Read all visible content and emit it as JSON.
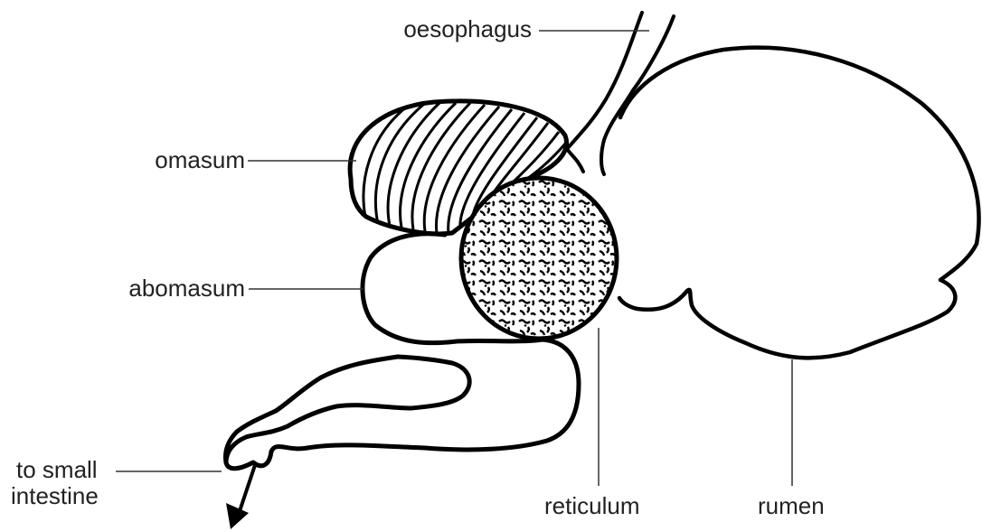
{
  "labels": {
    "oesophagus": "oesophagus",
    "omasum": "omasum",
    "abomasum": "abomasum",
    "to_small_line1": "to small",
    "to_small_line2": "intestine",
    "reticulum": "reticulum",
    "rumen": "rumen"
  }
}
